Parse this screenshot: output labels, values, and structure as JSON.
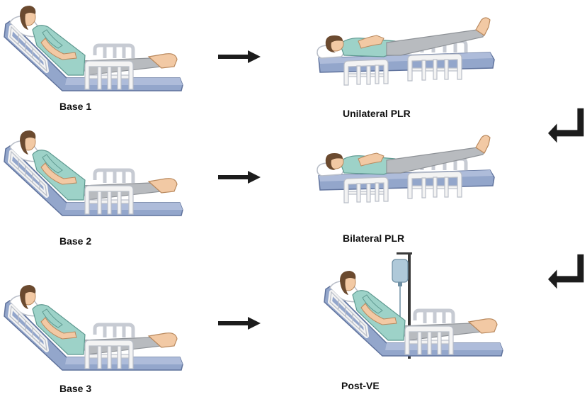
{
  "captions": {
    "base1": "Base 1",
    "base2": "Base 2",
    "base3": "Base 3",
    "unilateral": "Unilateral PLR",
    "bilateral": "Bilateral PLR",
    "postve": "Post-VE"
  },
  "colors": {
    "mattress": "#93A6CB",
    "mattress_dark": "#6F84B0",
    "rail": "#F3F3F3",
    "rail_outline": "#B9BEC8",
    "gown": "#9DD2C8",
    "pants": "#B8BBBF",
    "skin": "#F2C9A4",
    "hair": "#6B4A2F",
    "arrow": "#1c1c1c",
    "iv_bag": "#AFC9D9"
  }
}
